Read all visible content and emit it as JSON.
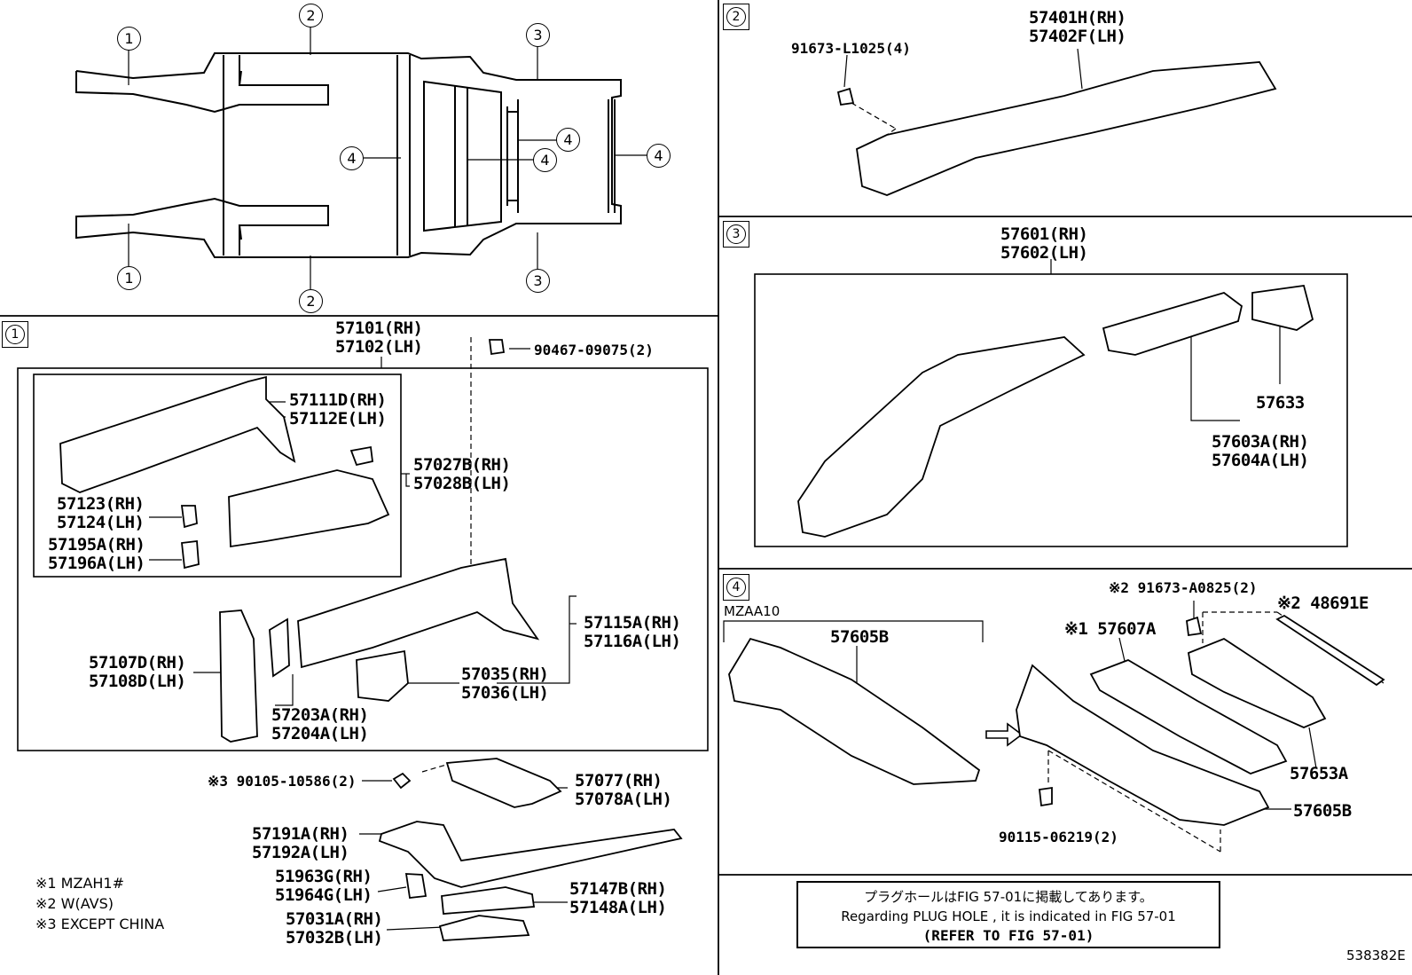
{
  "overview_callouts": {
    "c1": "1",
    "c2": "2",
    "c3": "3",
    "c4": "4"
  },
  "sections": {
    "s1": {
      "badge": "1"
    },
    "s2": {
      "badge": "2"
    },
    "s3": {
      "badge": "3"
    },
    "s4": {
      "badge": "4",
      "model": "MZAA10"
    }
  },
  "parts": {
    "p57101": "57101(RH)\n57102(LH)",
    "p90467": "90467-09075(2)",
    "p57111": "57111D(RH)\n57112E(LH)",
    "p57027": "57027B(RH)\n57028B(LH)",
    "p57123": "57123(RH)\n57124(LH)",
    "p57195": "57195A(RH)\n57196A(LH)",
    "p57115": "57115A(RH)\n57116A(LH)",
    "p57107": "57107D(RH)\n57108D(LH)",
    "p57035": "57035(RH)\n57036(LH)",
    "p57203": "57203A(RH)\n57204A(LH)",
    "p90105": "※3 90105-10586(2)",
    "p57077": "57077(RH)\n57078A(LH)",
    "p57191": "57191A(RH)\n57192A(LH)",
    "p51963": "51963G(RH)\n51964G(LH)",
    "p57147": "57147B(RH)\n57148A(LH)",
    "p57031": "57031A(RH)\n57032B(LH)",
    "p91673L": "91673-L1025(4)",
    "p57401": "57401H(RH)\n57402F(LH)",
    "p57601": "57601(RH)\n57602(LH)",
    "p57633": "57633",
    "p57603": "57603A(RH)\n57604A(LH)",
    "p91673A": "※2 91673-A0825(2)",
    "p48691": "※2 48691E",
    "p57607": "※1 57607A",
    "p57605L": "57605B",
    "p57653": "57653A",
    "p57605R": "57605B",
    "p90115": "90115-06219(2)"
  },
  "footnotes": [
    "※1 MZAH1#",
    "※2 W(AVS)",
    "※3 EXCEPT CHINA"
  ],
  "reference": {
    "line1": "プラグホールはFIG 57-01に掲載してあります。",
    "line2": "Regarding PLUG HOLE , it is indicated in FIG 57-01",
    "line3": "(REFER TO FIG 57-01)"
  },
  "figure_id": "538382E"
}
